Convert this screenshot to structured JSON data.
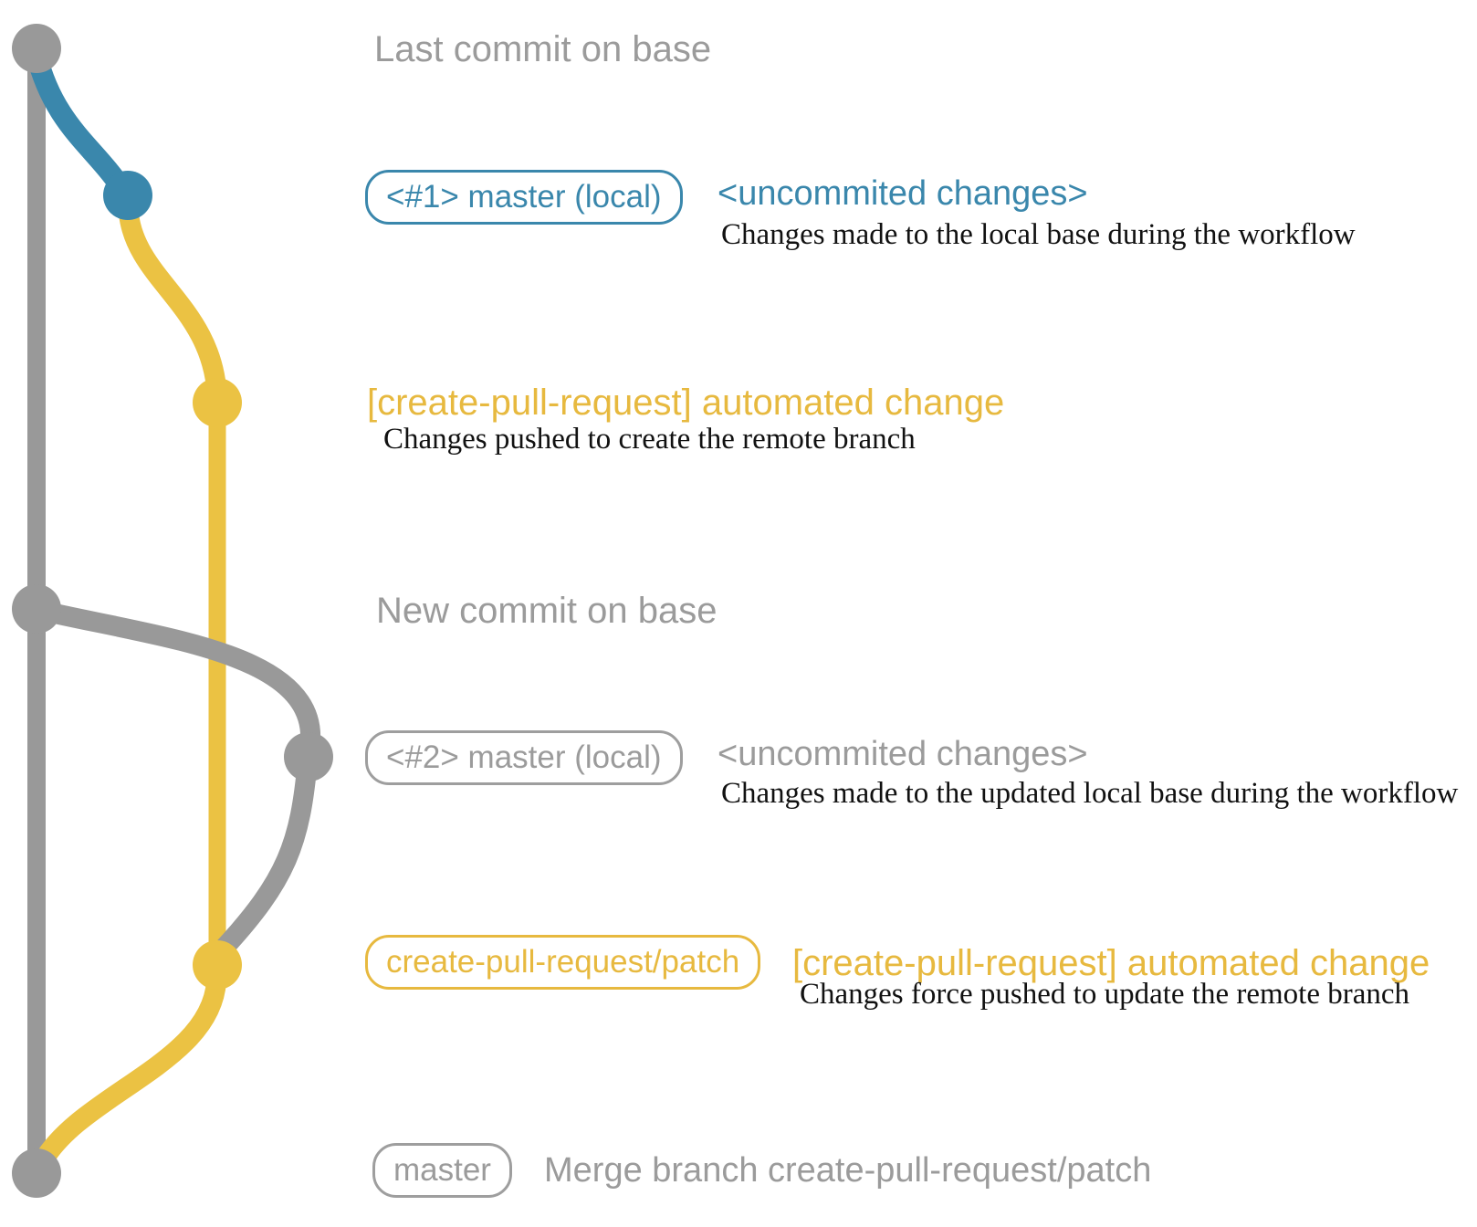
{
  "colors": {
    "base_gray": "#999999",
    "local_blue": "#3a87ac",
    "remote_yellow": "#ebc243",
    "gray_text": "#9b9b9b",
    "blue_text": "#3a87ac",
    "yellow_text": "#e7b93f",
    "note_black": "#111111",
    "background": "#ffffff"
  },
  "graph": {
    "nodes": [
      {
        "id": "last-commit-on-base",
        "color": "#999999"
      },
      {
        "id": "local-commit-1",
        "color": "#3a87ac"
      },
      {
        "id": "remote-branch-commit-1",
        "color": "#ebc243"
      },
      {
        "id": "new-commit-on-base",
        "color": "#999999"
      },
      {
        "id": "local-commit-2",
        "color": "#999999"
      },
      {
        "id": "remote-branch-commit-2",
        "color": "#ebc243"
      },
      {
        "id": "merge-commit",
        "color": "#999999"
      }
    ],
    "edges": [
      {
        "id": "base-branch-line",
        "color": "#999999"
      },
      {
        "id": "remote-branch-line",
        "color": "#ebc243"
      },
      {
        "id": "base-to-local-1",
        "color": "#3a87ac"
      },
      {
        "id": "local-1-to-remote-1",
        "color": "#ebc243"
      },
      {
        "id": "base-to-local-2",
        "color": "#999999"
      },
      {
        "id": "local-2-to-remote-2",
        "color": "#999999"
      },
      {
        "id": "remote-2-to-merge",
        "color": "#ebc243"
      }
    ]
  },
  "rows": {
    "last_commit": {
      "title": "Last commit on base"
    },
    "local1": {
      "badge": "<#1> master (local)",
      "headline": "<uncommited changes>",
      "note": "Changes made to the local base during the workflow"
    },
    "remote1": {
      "headline": "[create-pull-request] automated change",
      "note": "Changes pushed to create the remote branch"
    },
    "new_commit": {
      "title": "New commit on base"
    },
    "local2": {
      "badge": "<#2> master (local)",
      "headline": "<uncommited changes>",
      "note": "Changes made to the updated local base during the workflow"
    },
    "remote2": {
      "badge": "create-pull-request/patch",
      "headline": "[create-pull-request] automated change",
      "note": "Changes force pushed to update the remote branch"
    },
    "merge": {
      "badge": "master",
      "headline": "Merge branch create-pull-request/patch"
    }
  }
}
